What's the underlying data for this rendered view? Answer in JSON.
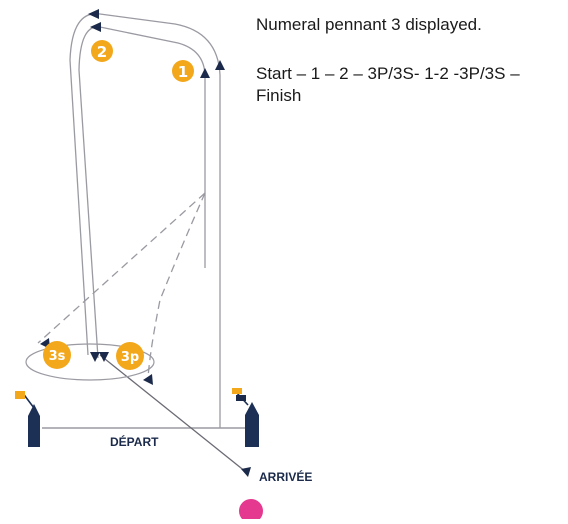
{
  "description": {
    "line1": "Numeral pennant 3 displayed.",
    "line2": "Start – 1 – 2 – 3P/3S- 1-2 -3P/3S – Finish"
  },
  "marks": {
    "mark1": "1",
    "mark2": "2",
    "mark3s": "3s",
    "mark3p": "3p"
  },
  "lines": {
    "start": "DÉPART",
    "finish": "ARRIVÉE"
  },
  "colors": {
    "course_line": "#9a9aa2",
    "arrow": "#1b2a4a",
    "mark_fill": "#f3a81c",
    "mark_text": "#ffffff",
    "boat": "#1c2f55",
    "flag_orange": "#f3a81c",
    "flag_navy": "#1b2a4a",
    "finish_buoy": "#e5398f",
    "label": "#1b2a4a"
  }
}
